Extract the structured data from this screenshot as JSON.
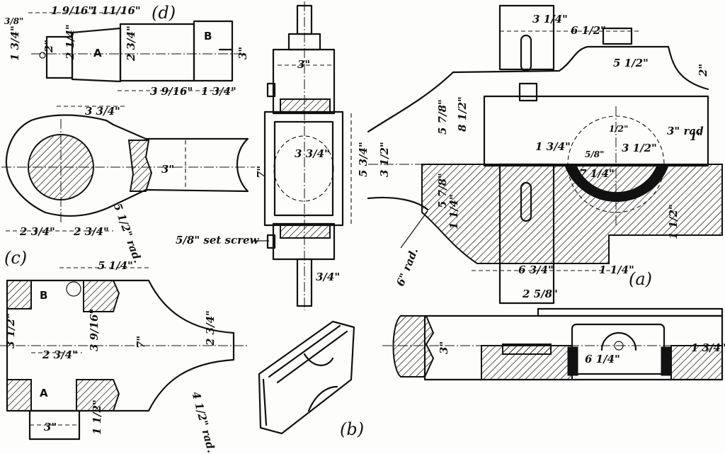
{
  "figure_labels": {
    "a": "(a)",
    "b": "(b)",
    "c": "(c)",
    "d": "(d)"
  },
  "part_labels": {
    "A": "A",
    "B": "B"
  },
  "notes": {
    "set_screw": "5/8\" set screw",
    "rad_6": "6\" rad.",
    "rad_3": "3\" rad",
    "rad_5_half": "5 1/2\" rad.",
    "rad_4_half": "4 1/2\" rad."
  },
  "dimensions": {
    "d_top_1": "1 9/16\"",
    "d_top_2": "1 11/16\"",
    "d_left_small": "3/8\"",
    "d_h_1": "1 3/4\"",
    "d_h_2": "2\"",
    "d_h_3": "2 1/4\"",
    "d_h_4": "2 3/4\"",
    "d_h_5": "3\"",
    "d_bot_1": "3 9/16\"",
    "d_bot_2": "1 3/4\"",
    "c_top": "3 3/4\"",
    "c_height": "3\"",
    "c_bot_1": "2 3/4\"",
    "c_bot_2": "2 3/4\"",
    "mid_top": "3\"",
    "mid_bore": "3 3/4\"",
    "mid_7": "7\"",
    "mid_right": "5 3/4\"",
    "mid_rod": "3/4\"",
    "bl_top": "5 1/4\"",
    "bl_left": "3 1/2\"",
    "bl_width": "2 3/4\"",
    "bl_bore": "3 9/16\"",
    "bl_7": "7\"",
    "bl_neck": "2 3/4\"",
    "bl_nut": "3\"",
    "bl_nut_h": "1 1/2\"",
    "a_top_1": "3 1/4\"",
    "a_top_2": "6 1/2\"",
    "a_top_3": "5 1/2\"",
    "a_right": "2\"",
    "a_r_1": "1\"",
    "a_left_1": "5 7/8\"",
    "a_left_2": "8 1/2\"",
    "a_left_3": "3 1/2\"",
    "a_left_4": "5 7/8\"",
    "a_mid_1": "1 3/4\"",
    "a_mid_2": "5/8\"",
    "a_mid_3": "7 1/4\"",
    "a_mid_4": "3 1/2\"",
    "a_mid_5": "1/2\"",
    "a_bot_1": "6 3/4\"",
    "a_bot_2": "1 1/4\"",
    "a_bot_3": "2 5/8\"",
    "a_right_2": "1 1/2\"",
    "a_left_5": "1 1/4\"",
    "plan_1": "3\"",
    "plan_2": "6 1/4\"",
    "plan_3": "1 3/4\""
  }
}
